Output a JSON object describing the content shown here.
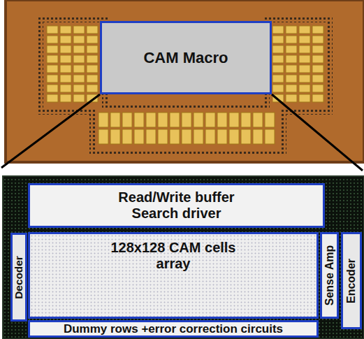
{
  "diagram": {
    "nodes": [
      {
        "text": [
          "CAM Macro"
        ]
      },
      {
        "text": [
          "Read/Write buffer Search driver"
        ]
      },
      {
        "text": [
          "Decoder"
        ]
      },
      {
        "text": [
          "128x128 CAM cells array"
        ]
      },
      {
        "text": [
          "Sense Amp"
        ]
      },
      {
        "text": [
          "Encoder"
        ]
      },
      {
        "text": [
          "Dummy rows +error correction circuits"
        ]
      }
    ]
  }
}
